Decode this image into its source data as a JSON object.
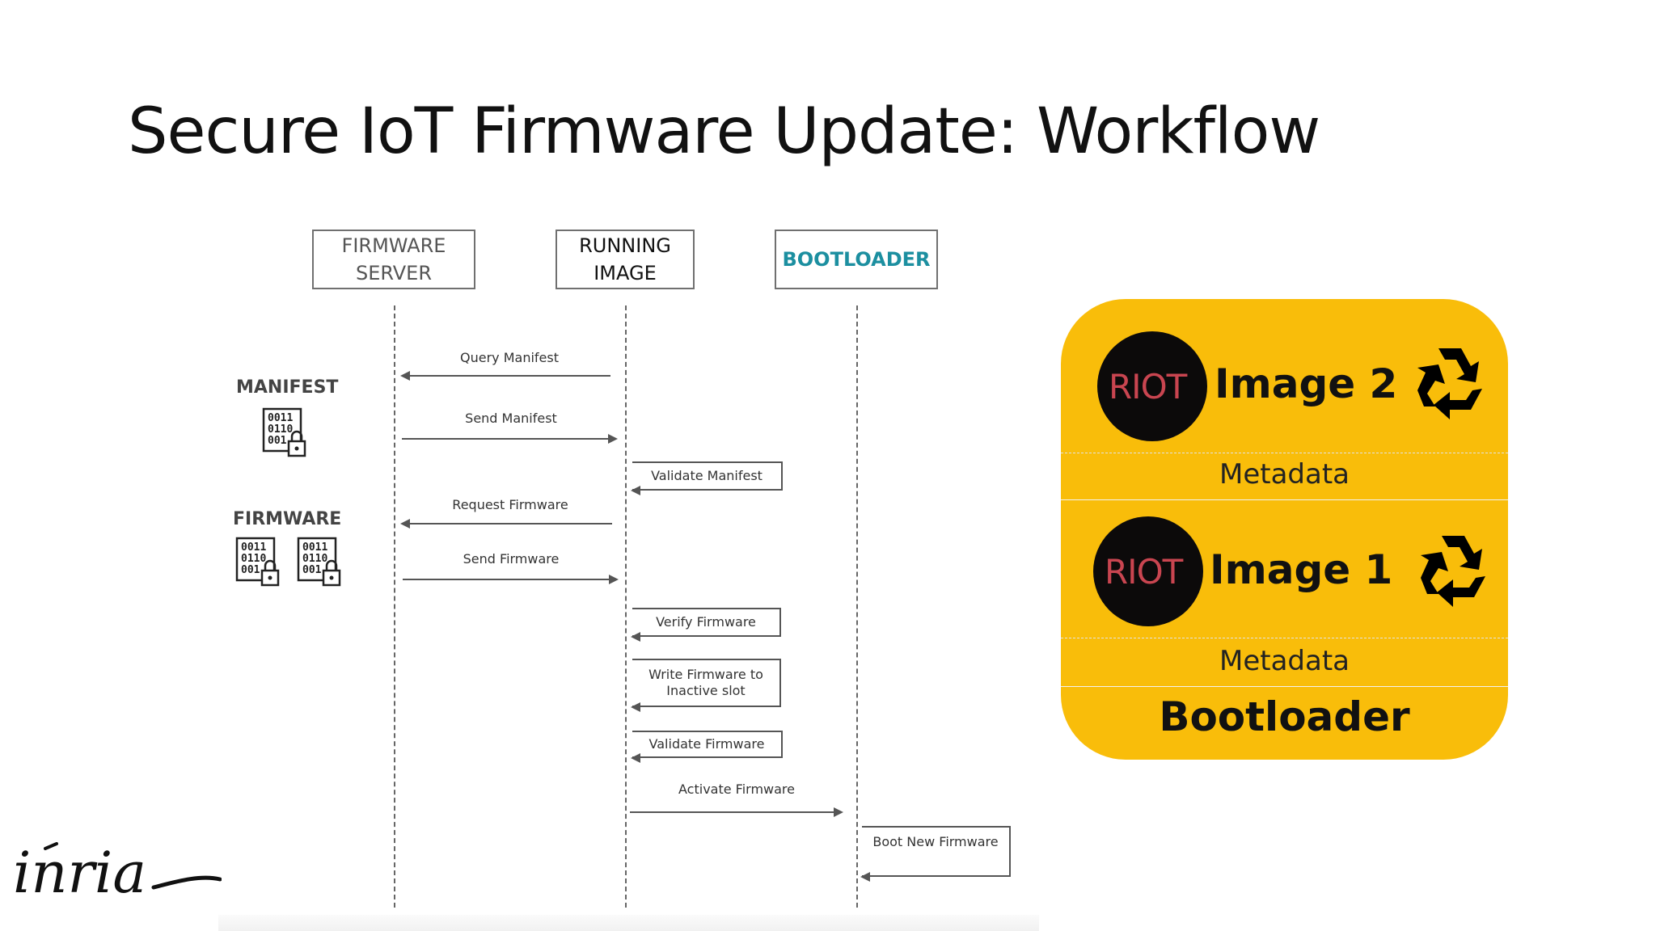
{
  "slide": {
    "title": "Secure IoT Firmware Update: Workflow"
  },
  "lanes": {
    "server": "FIRMWARE\nSERVER",
    "running": "RUNNING\nIMAGE",
    "bootloader": "BOOTLOADER"
  },
  "side_labels": {
    "manifest": "MANIFEST",
    "firmware": "FIRMWARE",
    "binary_lines": [
      "0011",
      "0110",
      "001"
    ]
  },
  "messages": {
    "query_manifest": "Query Manifest",
    "send_manifest": "Send Manifest",
    "validate_manifest": "Validate Manifest",
    "request_firmware": "Request Firmware",
    "send_firmware": "Send Firmware",
    "verify_firmware": "Verify Firmware",
    "write_firmware": "Write Firmware to\nInactive slot",
    "validate_firmware": "Validate Firmware",
    "activate_firmware": "Activate Firmware",
    "boot_new_firmware": "Boot New Firmware"
  },
  "memory": {
    "riot_logo": "RIOT",
    "image2": "Image 2",
    "metadata_top": "Metadata",
    "image1": "Image 1",
    "metadata_bottom": "Metadata",
    "bootloader": "Bootloader"
  },
  "logo": {
    "text": "inria"
  },
  "colors": {
    "panel": "#f9bd0a",
    "riot_red": "#c94550",
    "bootloader_teal": "#1c8fa0"
  },
  "icons": [
    "binary-file-lock-icon",
    "recycle-icon"
  ]
}
